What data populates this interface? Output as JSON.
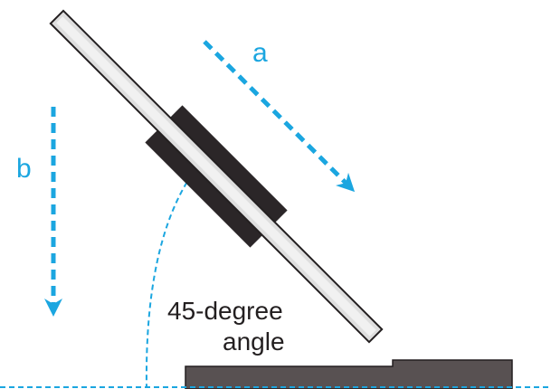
{
  "diagram": {
    "arrow_a_label": "a",
    "arrow_b_label": "b",
    "angle_label_line1": "45-degree",
    "angle_label_line2": "angle"
  },
  "colors": {
    "arrow": "#1ba6e0",
    "text_dark": "#231f20",
    "rod_fill": "#dedede",
    "rod_stroke": "#231f20",
    "sleeve": "#2b2628",
    "base": "#585152"
  },
  "angle_degrees": 45
}
